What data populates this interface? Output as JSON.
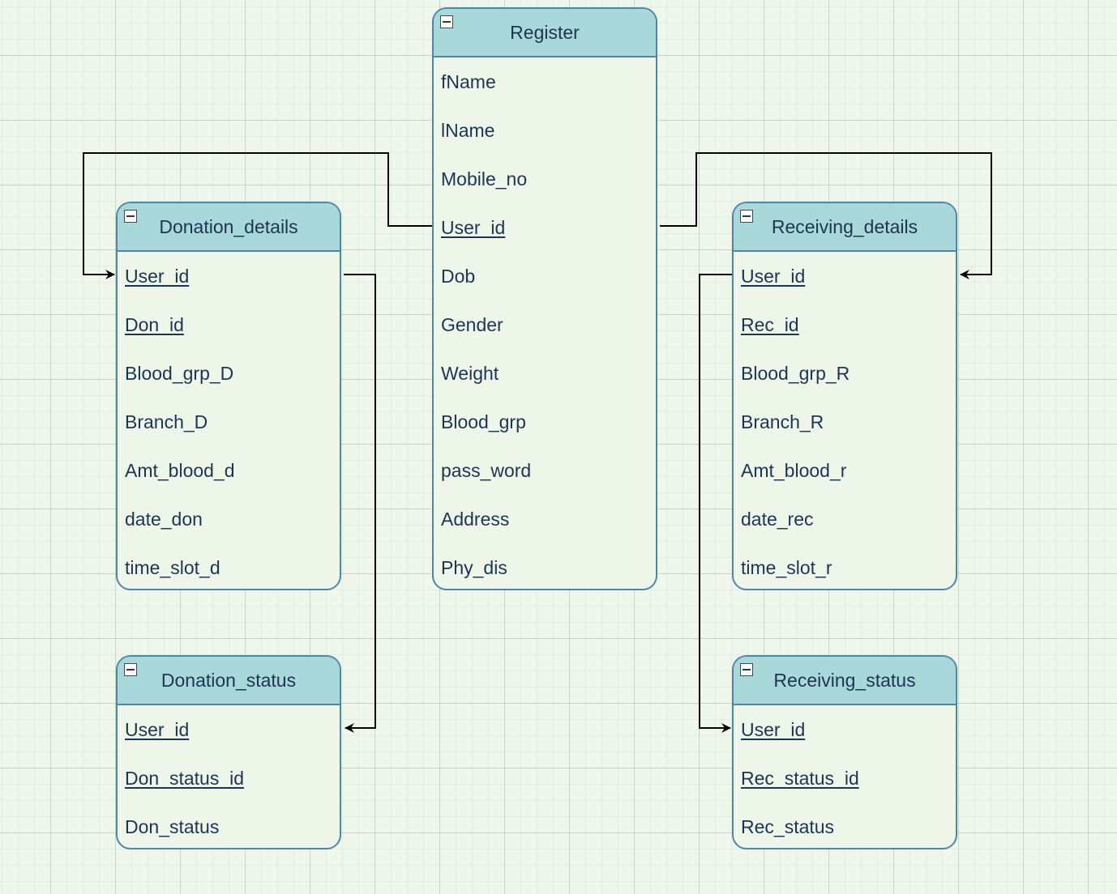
{
  "colors": {
    "header_fill": "#a8d8da",
    "border": "#4e86a8",
    "text": "#1d3552",
    "canvas": "#eff7ec",
    "connector": "#000000"
  },
  "icons": {
    "collapse": "minus-box-icon",
    "arrow": "arrowhead-icon"
  },
  "tables": {
    "register": {
      "title": "Register",
      "fields": [
        "fName",
        "lName",
        "Mobile_no",
        "User_id",
        "Dob",
        "Gender",
        "Weight",
        "Blood_grp",
        "pass_word",
        "Address",
        "Phy_dis"
      ],
      "keys": [
        "User_id"
      ]
    },
    "donation_details": {
      "title": "Donation_details",
      "fields": [
        "User_id",
        "Don_id",
        "Blood_grp_D",
        "Branch_D",
        "Amt_blood_d",
        "date_don",
        "time_slot_d"
      ],
      "keys": [
        "User_id",
        "Don_id"
      ]
    },
    "donation_status": {
      "title": "Donation_status",
      "fields": [
        "User_id",
        "Don_status_id",
        "Don_status"
      ],
      "keys": [
        "User_id",
        "Don_status_id"
      ]
    },
    "receiving_details": {
      "title": "Receiving_details",
      "fields": [
        "User_id",
        "Rec_id",
        "Blood_grp_R",
        "Branch_R",
        "Amt_blood_r",
        "date_rec",
        "time_slot_r"
      ],
      "keys": [
        "User_id",
        "Rec_id"
      ]
    },
    "receiving_status": {
      "title": "Receiving_status",
      "fields": [
        "User_id",
        "Rec_status_id",
        "Rec_status"
      ],
      "keys": [
        "User_id",
        "Rec_status_id"
      ]
    }
  },
  "relationships": [
    {
      "from": "Register.User_id",
      "to": "Donation_details.User_id"
    },
    {
      "from": "Register.User_id",
      "to": "Receiving_details.User_id"
    },
    {
      "from": "Donation_details.User_id",
      "to": "Donation_status.User_id"
    },
    {
      "from": "Receiving_details.User_id",
      "to": "Receiving_status.User_id"
    }
  ]
}
